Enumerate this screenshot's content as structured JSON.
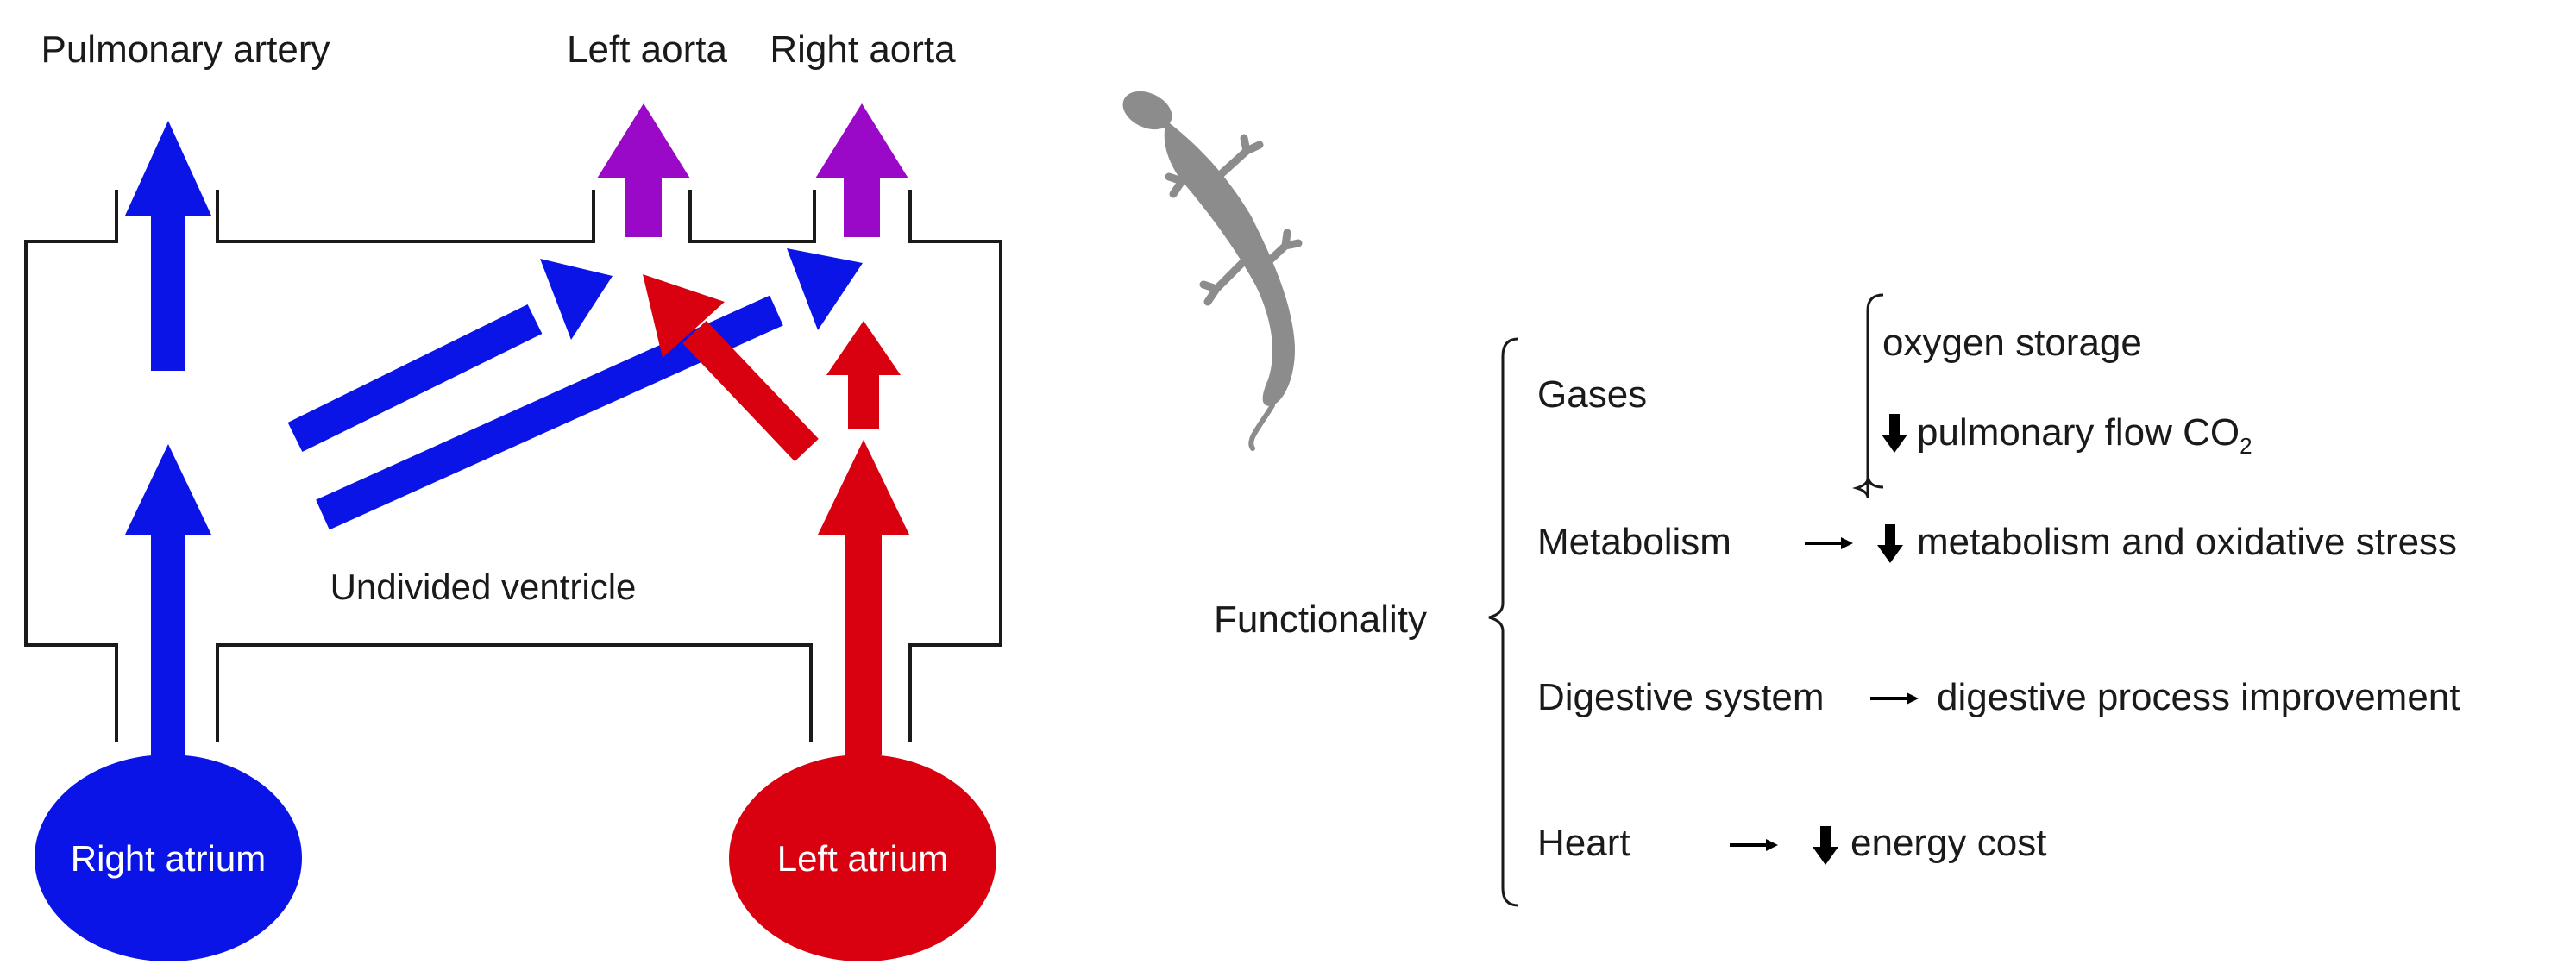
{
  "vessels": {
    "pulmonary_artery": "Pulmonary artery",
    "left_aorta": "Left aorta",
    "right_aorta": "Right aorta"
  },
  "chambers": {
    "ventricle": "Undivided ventricle",
    "right_atrium": "Right atrium",
    "left_atrium": "Left atrium"
  },
  "functionality": {
    "root": "Functionality",
    "gases": {
      "label": "Gases",
      "item1": "oxygen storage",
      "item2_prefix": "pulmonary flow CO",
      "item2_sub": "2"
    },
    "metabolism": {
      "label": "Metabolism",
      "effect": "metabolism and oxidative stress"
    },
    "digestive": {
      "label": "Digestive system",
      "effect": "digestive process improvement"
    },
    "heart": {
      "label": "Heart",
      "effect": "energy cost"
    }
  },
  "colors": {
    "deoxygenated": "#0a14e6",
    "oxygenated": "#d9000f",
    "mixed": "#9a08c8",
    "outline": "#1a1a1a",
    "lizard": "#8c8c8c"
  },
  "icons": {
    "decrease": "down-arrow-icon",
    "leads_to": "right-arrow-icon",
    "animal": "lizard-icon"
  }
}
